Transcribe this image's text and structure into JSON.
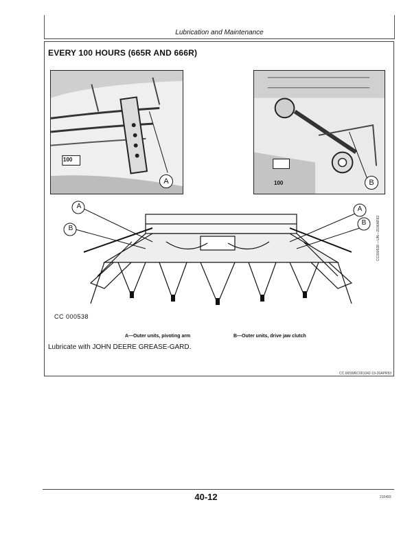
{
  "header": {
    "title": "Lubrication and Maintenance"
  },
  "section": {
    "heading": "EVERY 100 HOURS (665R AND 666R)"
  },
  "photo_left": {
    "label_callout": "A",
    "hour_badge": "100"
  },
  "photo_right": {
    "label_callout": "B",
    "hour_badge": "100"
  },
  "drawing": {
    "callout_a": "A",
    "callout_b": "B"
  },
  "figure": {
    "id": "CC 000538",
    "side_code": "CC000538 —UN—2196AR93",
    "legend_a": "A—Outer units, pivoting arm",
    "legend_b": "B—Outer units, drive jaw clutch",
    "reference": "CC,665WRC001042-19-26APR93"
  },
  "instruction": "Lubricate with JOHN DEERE GREASE-GARD.",
  "footer": {
    "page_number": "40-12",
    "date_code": "210493"
  }
}
